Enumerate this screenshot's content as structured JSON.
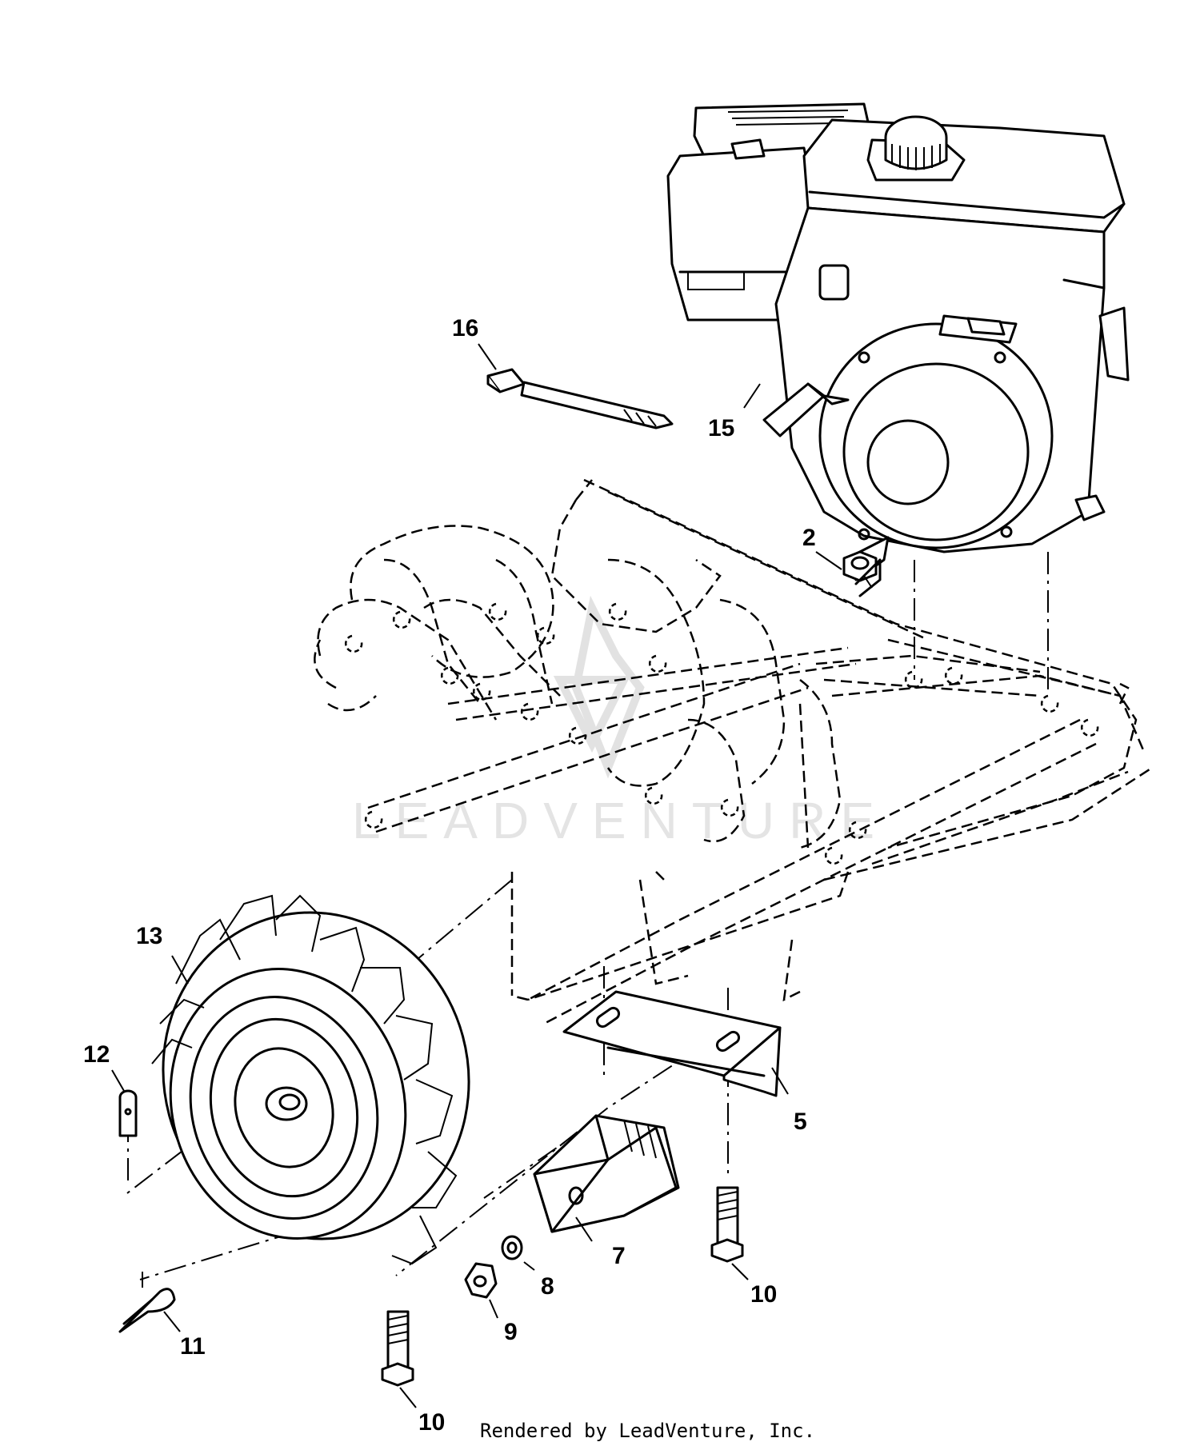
{
  "callouts": [
    {
      "id": "2",
      "label": "2"
    },
    {
      "id": "5",
      "label": "5"
    },
    {
      "id": "7",
      "label": "7"
    },
    {
      "id": "8",
      "label": "8"
    },
    {
      "id": "9",
      "label": "9"
    },
    {
      "id": "10a",
      "label": "10"
    },
    {
      "id": "10b",
      "label": "10"
    },
    {
      "id": "11",
      "label": "11"
    },
    {
      "id": "12",
      "label": "12"
    },
    {
      "id": "13",
      "label": "13"
    },
    {
      "id": "15",
      "label": "15"
    },
    {
      "id": "16",
      "label": "16"
    }
  ],
  "watermark": "LEADVENTURE",
  "footer": "Rendered by LeadVenture, Inc."
}
